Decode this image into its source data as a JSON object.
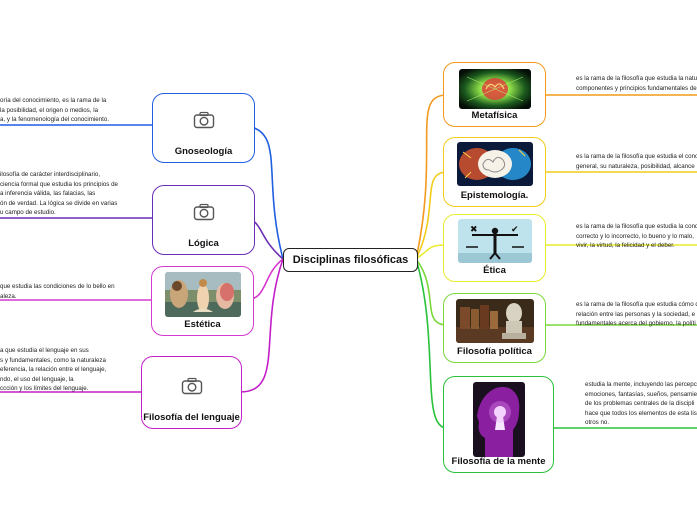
{
  "central": {
    "label": "Disciplinas filosóficas"
  },
  "left_topics": [
    {
      "title": "Gnoseología",
      "note_lines": [
        "oría del conocimiento,  es la rama de la",
        "la posibilidad, el origen o medios, la",
        "a, y la fenomenología del conocimiento."
      ]
    },
    {
      "title": "Lógica",
      "note_lines": [
        "ilosofía de carácter interdisciplinario,",
        "ciencia formal que estudia los principios de",
        "a inferencia válida,  las falacias, las",
        "ón de verdad. La lógica se divide en varias",
        "u campo de estudio."
      ]
    },
    {
      "title": "Estética",
      "note_lines": [
        " que estudia las condiciones de lo bello en",
        "aleza."
      ]
    },
    {
      "title": "Filosofía del lenguaje",
      "note_lines": [
        "a que estudia el lenguaje en sus",
        "s y fundamentales, como la naturaleza",
        "eferencia, la relación entre el lenguaje,",
        "ndo, el uso del lenguaje, la",
        "ccción y los límites del lenguaje."
      ]
    }
  ],
  "right_topics": [
    {
      "title": "Metafísica",
      "note_lines": [
        "es la rama de la filosofía que estudia la natu",
        "componentes y principios fundamentales de"
      ]
    },
    {
      "title": "Epistemología.",
      "note_lines": [
        "es la rama de la filosofía que estudia el cono",
        "general, su naturaleza, posibilidad, alcance"
      ]
    },
    {
      "title": "Ética",
      "note_lines": [
        "es la rama de la filosofía que estudia la cond",
        "correcto y lo incorrecto,  lo bueno y lo malo,",
        "vivir,  la virtud, la felicidad y el deber."
      ]
    },
    {
      "title": "Filosofía política",
      "note_lines": [
        "es la rama de la filosofía que estudia cómo d",
        "relación entre las personas y la sociedad,  e",
        "fundamentales acerca del gobierno, la políti"
      ]
    },
    {
      "title": "Filosofía de la mente",
      "note_lines": [
        "estudia la mente, incluyendo las percepc",
        "emociones, fantasías, sueños, pensamie",
        "de los problemas centrales de la discipli",
        "hace que todos los elementos de esta lis",
        "otros no."
      ]
    }
  ],
  "colors": {
    "gnoseologia": "#1f5fe0",
    "logica": "#6a2fb5",
    "estetica": "#d63ad0",
    "lenguaje": "#c21fc9",
    "metafisica": "#f39a1e",
    "epistemologia": "#f2cc1a",
    "etica": "#e9ec2c",
    "politica": "#79d93a",
    "mente": "#29c23a"
  },
  "icons": {
    "placeholder": "camera-icon",
    "metafisica": "glowing-brain-image",
    "epistemologia": "colorful-brain-image",
    "etica": "balance-figure-image",
    "politica": "books-bust-image",
    "mente": "head-keyhole-image",
    "estetica": "painting-image"
  }
}
